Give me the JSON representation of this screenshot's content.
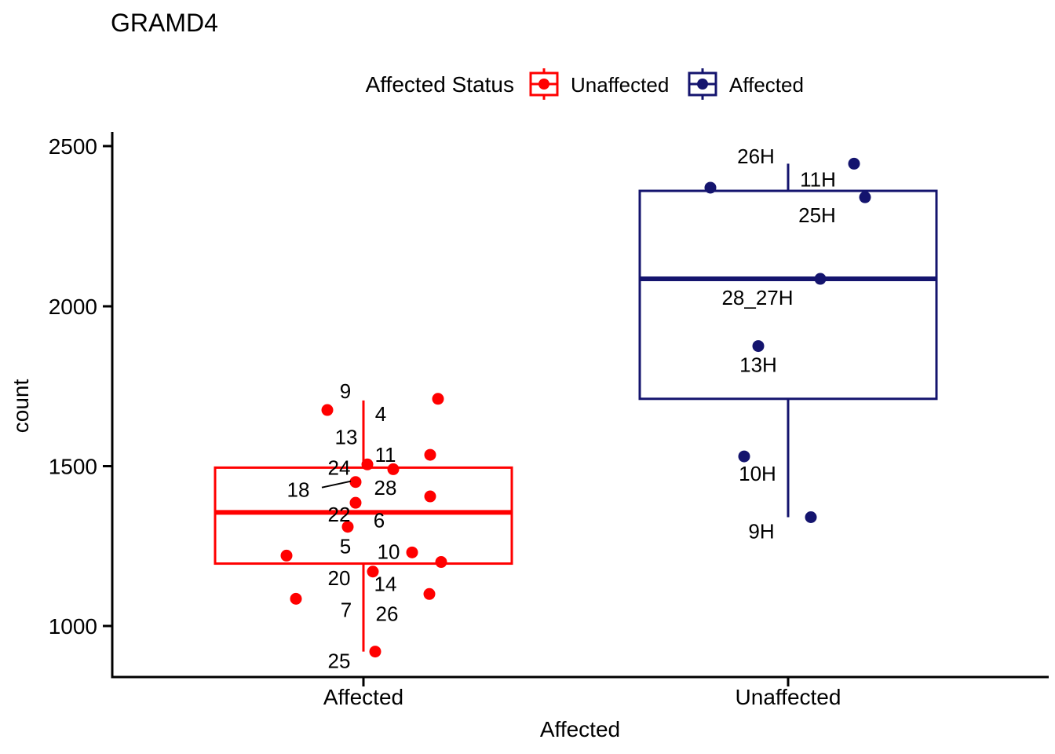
{
  "title": "GRAMD4",
  "legend": {
    "title": "Affected Status",
    "items": [
      {
        "label": "Unaffected",
        "color": "#FF0000"
      },
      {
        "label": "Affected",
        "color": "#14146E"
      }
    ]
  },
  "chart_data": {
    "type": "boxplot",
    "title": "GRAMD4",
    "xlabel": "Affected",
    "ylabel": "count",
    "x_axis": {
      "categories": [
        "Affected",
        "Unaffected"
      ]
    },
    "y_axis": {
      "tick_labels": [
        "2500",
        "2000",
        "1500",
        "1000"
      ],
      "tick_values": [
        2500,
        2000,
        1500,
        1000
      ],
      "ylim": [
        870,
        2530
      ]
    },
    "grid": "off",
    "legend_position": "top",
    "series": [
      {
        "group": "Affected",
        "legend_label": "Unaffected",
        "color": "#FF0000",
        "box": {
          "whisker_low": 920,
          "q1": 1195,
          "median": 1355,
          "q3": 1495,
          "whisker_high": 1705
        },
        "points": [
          {
            "label": "9",
            "value": 1675,
            "dx": -46,
            "label_dx": 23,
            "label_dy": -24
          },
          {
            "label": "4",
            "value": 1710,
            "dx": 95,
            "label_dx": -73,
            "label_dy": 19
          },
          {
            "label": "13",
            "value": 1505,
            "dx": 5,
            "label_dx": -27,
            "label_dy": -35
          },
          {
            "label": "11",
            "value": 1535,
            "dx": 85,
            "label_dx": -57,
            "label_dy": 0
          },
          {
            "label": "24",
            "value": 1490,
            "dx": 38,
            "label_dx": -69,
            "label_dy": -2
          },
          {
            "label": "18",
            "value": 1450,
            "dx": -10,
            "label_dx": -73,
            "label_dy": 10,
            "leader": true
          },
          {
            "label": "28",
            "value": 1405,
            "dx": 85,
            "label_dx": -57,
            "label_dy": -11
          },
          {
            "label": "22",
            "value": 1385,
            "dx": -10,
            "label_dx": -21,
            "label_dy": 15
          },
          {
            "label": "6",
            "value": 1310,
            "dx": -20,
            "label_dx": 40,
            "label_dy": -8
          },
          {
            "label": "5",
            "value": 1220,
            "dx": -98,
            "label_dx": 75,
            "label_dy": -12
          },
          {
            "label": "10",
            "value": 1230,
            "dx": 62,
            "label_dx": -30,
            "label_dy": -1
          },
          {
            "label": "14",
            "value": 1200,
            "dx": 99,
            "label_dx": -71,
            "label_dy": 28
          },
          {
            "label": "20",
            "value": 1170,
            "dx": 12,
            "label_dx": -43,
            "label_dy": 8
          },
          {
            "label": "7",
            "value": 1085,
            "dx": -86,
            "label_dx": 64,
            "label_dy": 14
          },
          {
            "label": "26",
            "value": 1100,
            "dx": 84,
            "label_dx": -54,
            "label_dy": 25
          },
          {
            "label": "25",
            "value": 920,
            "dx": 15,
            "label_dx": -46,
            "label_dy": 12
          }
        ]
      },
      {
        "group": "Unaffected",
        "legend_label": "Affected",
        "color": "#14146E",
        "box": {
          "whisker_low": 1340,
          "q1": 1710,
          "median": 2085,
          "q3": 2360,
          "whisker_high": 2445
        },
        "points": [
          {
            "label": "26H",
            "value": 2370,
            "dx": -99,
            "label_dx": 58,
            "label_dy": -40
          },
          {
            "label": "11H",
            "value": 2445,
            "dx": 84,
            "label_dx": -46,
            "label_dy": 20
          },
          {
            "label": "25H",
            "value": 2340,
            "dx": 98,
            "label_dx": -61,
            "label_dy": 23
          },
          {
            "label": "28_27H",
            "value": 2085,
            "dx": 41,
            "label_dx": -80,
            "label_dy": 24
          },
          {
            "label": "13H",
            "value": 1875,
            "dx": -38,
            "label_dx": 0,
            "label_dy": 24
          },
          {
            "label": "10H",
            "value": 1530,
            "dx": -56,
            "label_dx": 17,
            "label_dy": 22
          },
          {
            "label": "9H",
            "value": 1340,
            "dx": 29,
            "label_dx": -63,
            "label_dy": 18
          }
        ]
      }
    ]
  }
}
